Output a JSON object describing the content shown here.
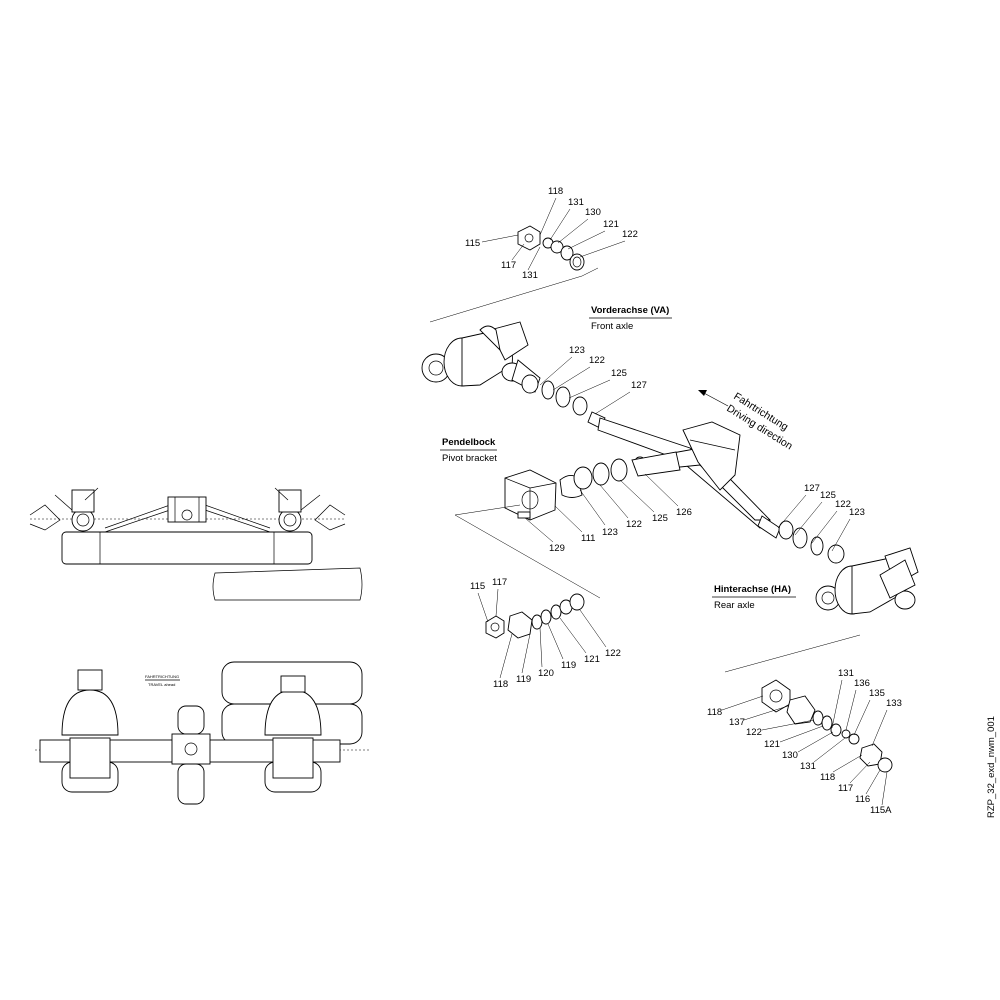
{
  "drawing_id": "RZP_32_exd_nwm_001",
  "sections": {
    "front_axle": {
      "title": "Vorderachse (VA)",
      "subtitle": "Front axle"
    },
    "pivot_bracket": {
      "title": "Pendelbock",
      "subtitle": "Pivot bracket"
    },
    "rear_axle": {
      "title": "Hinterachse (HA)",
      "subtitle": "Rear axle"
    }
  },
  "driving_direction": {
    "de": "Fahrtrichtung",
    "en": "Driving direction"
  },
  "side_view_note": {
    "line1": "FAHRTRICHTUNG",
    "line2": "TRAVEL ahead"
  },
  "callouts": {
    "front_hub": [
      "118",
      "131",
      "130",
      "121",
      "122",
      "115",
      "117",
      "131"
    ],
    "front_axle_stub": [
      "123",
      "122",
      "125",
      "127"
    ],
    "pivot": [
      "129",
      "111",
      "123",
      "122",
      "125",
      "126"
    ],
    "rear_axle_stub": [
      "127",
      "125",
      "122",
      "123"
    ],
    "left_hub": [
      "115",
      "117",
      "118",
      "119",
      "120",
      "119",
      "121",
      "122"
    ],
    "rear_hub": [
      "131",
      "136",
      "135",
      "133",
      "118",
      "137",
      "122",
      "121",
      "130",
      "131",
      "118",
      "117",
      "116",
      "115A"
    ]
  }
}
